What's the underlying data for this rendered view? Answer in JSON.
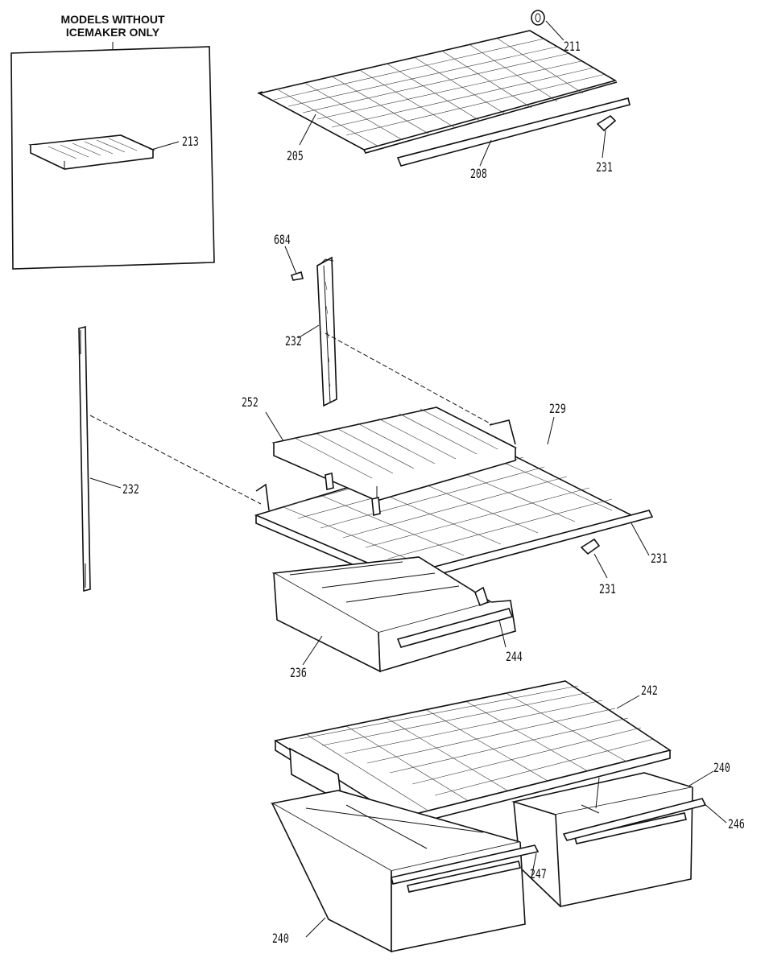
{
  "inset": {
    "title_line1": "MODELS WITHOUT",
    "title_line2": "ICEMAKER ONLY"
  },
  "labels": {
    "p211": "211",
    "p205": "205",
    "p208": "208",
    "p231_top": "231",
    "p213": "213",
    "p684": "684",
    "p232_center": "232",
    "p252": "252",
    "p229": "229",
    "p232_left": "232",
    "p231_right": "231",
    "p231_mid": "231",
    "p236": "236",
    "p244": "244",
    "p242": "242",
    "p240_right": "240",
    "p246": "246",
    "p247": "247",
    "p240_left": "240"
  }
}
